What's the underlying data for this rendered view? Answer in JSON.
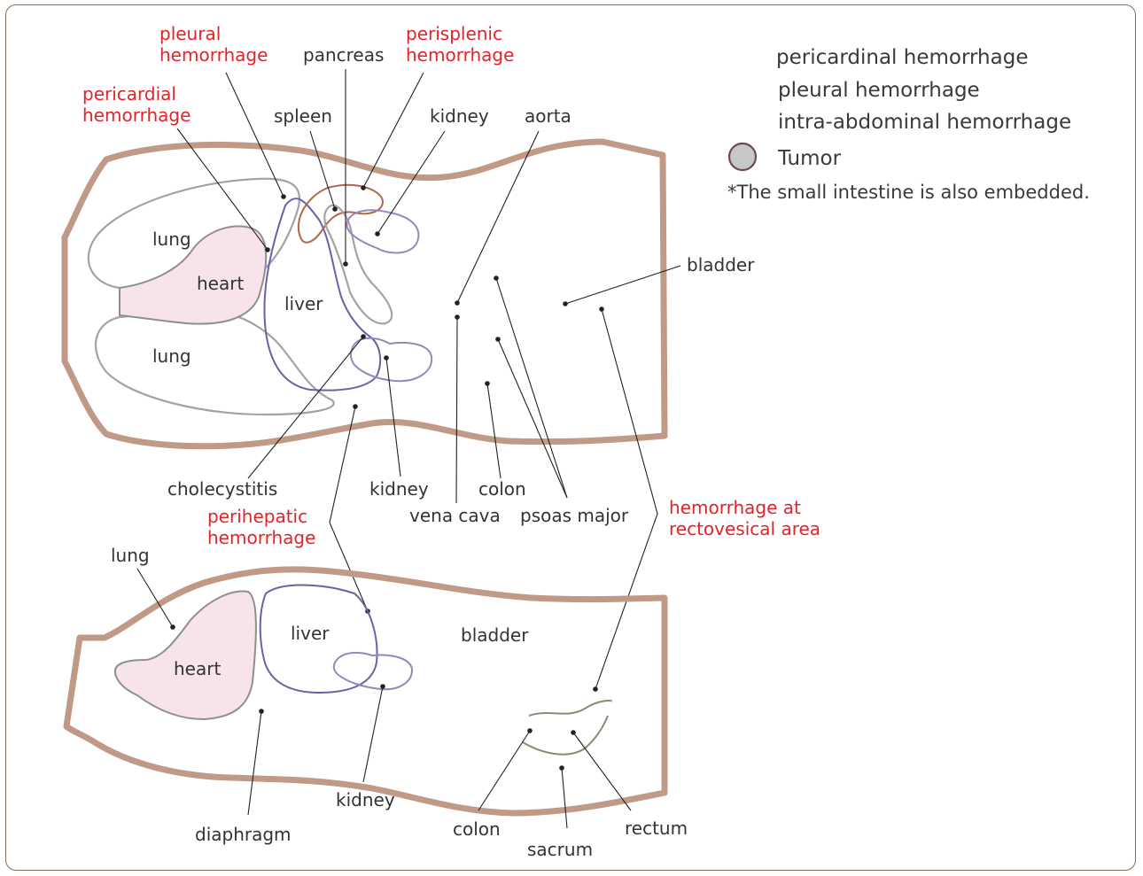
{
  "legend": {
    "pericardinal": "pericardinal hemorrhage",
    "pleural": "pleural hemorrhage",
    "intra_abdominal": "intra-abdominal hemorrhage",
    "tumor": "Tumor",
    "note": "*The small intestine is also embedded.",
    "tumor_fill": "#c5c7c9",
    "tumor_stroke": "#6b4a52"
  },
  "labels_top": {
    "pleural_hemorrhage": [
      "pleural",
      "hemorrhage"
    ],
    "pancreas": "pancreas",
    "perisplenic_hemorrhage": [
      "perisplenic",
      "hemorrhage"
    ],
    "pericardial_hemorrhage": [
      "pericardial",
      "hemorrhage"
    ],
    "spleen": "spleen",
    "kidney": "kidney",
    "aorta": "aorta",
    "bladder": "bladder",
    "lung_upper": "lung",
    "heart": "heart",
    "liver": "liver",
    "lung_lower": "lung"
  },
  "labels_middle": {
    "cholecystitis": "cholecystitis",
    "kidney": "kidney",
    "colon": "colon",
    "vena_cava": "vena cava",
    "psoas_major": "psoas major",
    "hemorrhage_rectovesical": [
      "hemorrhage at",
      "rectovesical area"
    ],
    "perihepatic_hemorrhage": [
      "perihepatic",
      "hemorrhage"
    ]
  },
  "labels_bottom": {
    "lung": "lung",
    "liver": "liver",
    "heart": "heart",
    "bladder": "bladder",
    "kidney": "kidney",
    "diaphragm": "diaphragm",
    "colon": "colon",
    "rectum": "rectum",
    "sacrum": "sacrum"
  },
  "colors": {
    "hemorrhage_label": "#e0242a",
    "body_outline": "#c09a86",
    "heart_fill": "#f6e4ea"
  }
}
